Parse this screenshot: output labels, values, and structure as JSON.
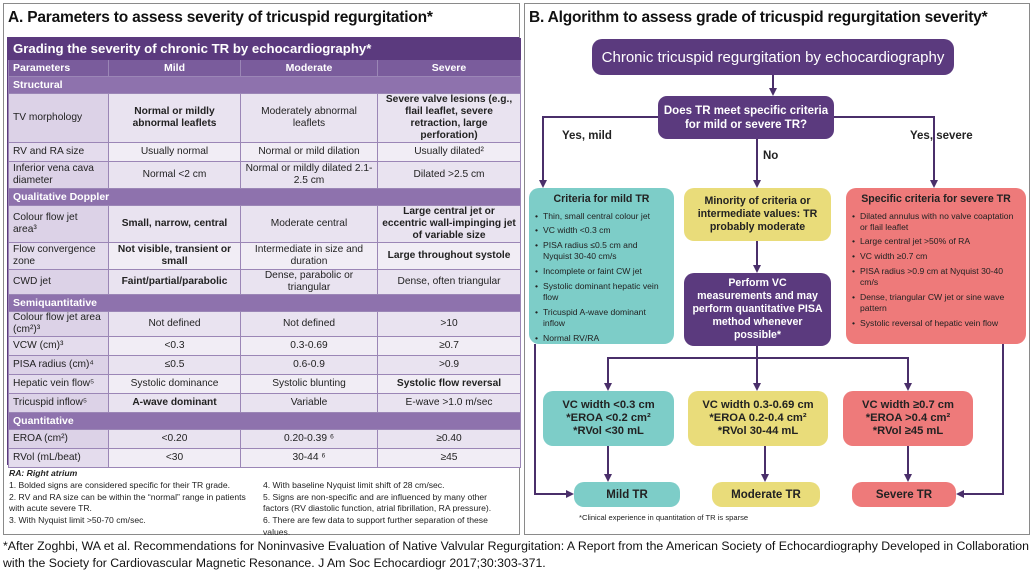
{
  "panel_a": {
    "title": "A. Parameters to assess severity of tricuspid regurgitation*",
    "table": {
      "title": "Grading the severity of chronic TR by echocardiography*",
      "headers": [
        "Parameters",
        "Mild",
        "Moderate",
        "Severe"
      ],
      "sections": [
        {
          "name": "Structural",
          "rows": [
            {
              "param": "TV morphology",
              "mild": "Normal or mildly abnormal leaflets",
              "moderate": "Moderately abnormal leaflets",
              "severe": "Severe valve lesions (e.g., flail leaflet, severe retraction, large perforation)"
            },
            {
              "param": "RV and RA size",
              "mild": "Usually normal",
              "moderate": "Normal or mild dilation",
              "severe": "Usually dilated²"
            },
            {
              "param": "Inferior vena cava diameter",
              "mild": "Normal <2 cm",
              "moderate": "Normal or mildly dilated 2.1-2.5 cm",
              "severe": "Dilated >2.5 cm"
            }
          ]
        },
        {
          "name": "Qualitative Doppler",
          "rows": [
            {
              "param": "Colour flow jet area³",
              "mild": "Small, narrow, central",
              "moderate": "Moderate central",
              "severe": "Large central jet or eccentric wall-impinging jet of variable size"
            },
            {
              "param": "Flow convergence zone",
              "mild": "Not visible, transient or small",
              "moderate": "Intermediate in size and duration",
              "severe": "Large throughout systole"
            },
            {
              "param": "CWD jet",
              "mild": "Faint/partial/parabolic",
              "moderate": "Dense, parabolic or triangular",
              "severe": "Dense, often triangular"
            }
          ]
        },
        {
          "name": "Semiquantitative",
          "rows": [
            {
              "param": "Colour flow jet area (cm²)³",
              "mild": "Not defined",
              "moderate": "Not defined",
              "severe": ">10"
            },
            {
              "param": "VCW (cm)³",
              "mild": "<0.3",
              "moderate": "0.3-0.69",
              "severe": "≥0.7"
            },
            {
              "param": "PISA radius (cm)⁴",
              "mild": "≤0.5",
              "moderate": "0.6-0.9",
              "severe": ">0.9"
            },
            {
              "param": "Hepatic vein flow⁵",
              "mild": "Systolic dominance",
              "moderate": "Systolic blunting",
              "severe": "Systolic flow reversal"
            },
            {
              "param": "Tricuspid inflow⁵",
              "mild": "A-wave dominant",
              "moderate": "Variable",
              "severe": "E-wave >1.0 m/sec"
            }
          ]
        },
        {
          "name": "Quantitative",
          "rows": [
            {
              "param": "EROA (cm²)",
              "mild": "<0.20",
              "moderate": "0.20-0.39 ⁶",
              "severe": "≥0.40"
            },
            {
              "param": "RVol (mL/beat)",
              "mild": "<30",
              "moderate": "30-44 ⁶",
              "severe": "≥45"
            }
          ]
        }
      ]
    },
    "notes": {
      "ra": "RA: Right atrium",
      "left": [
        "1. Bolded signs are considered specific for their TR grade.",
        "2. RV and RA size can be within the “normal” range in patients with acute severe TR.",
        "3. With Nyquist limit >50-70 cm/sec."
      ],
      "right": [
        "4. With baseline Nyquist limit shift of 28 cm/sec.",
        "5. Signs are non-specific and are influenced by many other factors (RV diastolic function, atrial fibrillation, RA pressure).",
        "6. There are few data to support further separation of these values."
      ]
    }
  },
  "panel_b": {
    "title": "B. Algorithm to assess grade of tricuspid regurgitation severity*",
    "top": "Chronic tricuspid regurgitation by echocardiography",
    "question": "Does TR meet specific criteria for mild or severe TR?",
    "branch_mild": "Yes,  mild",
    "branch_no": "No",
    "branch_severe": "Yes,  severe",
    "criteria_mild": {
      "title": "Criteria for mild TR",
      "items": [
        "Thin, small central colour jet",
        "VC width <0.3 cm",
        "PISA radius ≤0.5 cm and Nyquist 30-40 cm/s",
        "Incomplete or faint CW jet",
        "Systolic dominant hepatic vein flow",
        "Tricuspid A-wave dominant inflow",
        "Normal RV/RA"
      ]
    },
    "criteria_moderate": "Minority of criteria or intermediate values: TR probably moderate",
    "criteria_severe": {
      "title": "Specific criteria for severe TR",
      "items": [
        "Dilated annulus with no valve coaptation or flail leaflet",
        "Large central jet >50% of RA",
        "VC width ≥0.7 cm",
        "PISA radius >0.9 cm at Nyquist 30-40 cm/s",
        "Dense, triangular CW jet or sine wave pattern",
        "Systolic reversal of hepatic vein flow"
      ]
    },
    "vc_measure": "Perform VC measurements and may perform quantitative PISA method whenever possible*",
    "vc_mild": [
      "VC width <0.3 cm",
      "*EROA <0.2 cm²",
      "*RVol <30 mL"
    ],
    "vc_moderate": [
      "VC width 0.3-0.69 cm",
      "*EROA 0.2-0.4 cm²",
      "*RVol 30-44 mL"
    ],
    "vc_severe": [
      "VC width ≥0.7 cm",
      "*EROA >0.4 cm²",
      "*RVol ≥45 mL"
    ],
    "out_mild": "Mild TR",
    "out_moderate": "Moderate TR",
    "out_severe": "Severe TR",
    "footnote": "*Clinical experience in quantitation of TR is sparse"
  },
  "citation": "*After Zoghbi, WA et al. Recommendations for Noninvasive Evaluation of Native Valvular Regurgitation: A Report from the American Society of Echocardiography Developed in Collaboration with the Society for Cardiovascular Magnetic Resonance. J Am Soc Echocardiogr 2017;30:303-371.",
  "colors": {
    "purple": "#5b3a7e",
    "teal": "#7dcdc8",
    "yellow": "#e9dc7a",
    "red": "#ee7a7a"
  }
}
